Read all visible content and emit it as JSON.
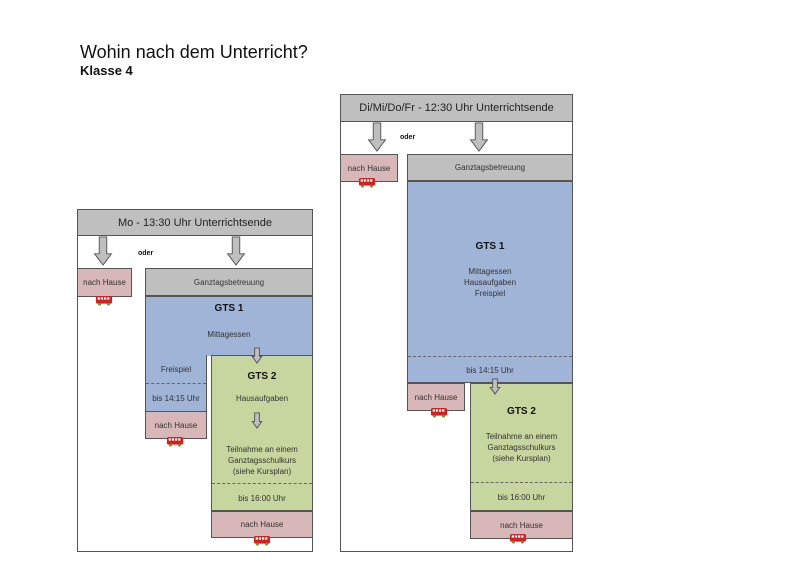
{
  "header": {
    "title": "Wohin nach dem Unterricht?",
    "subtitle": "Klasse 4"
  },
  "colors": {
    "header_gray": "#bfbfbf",
    "gts1_blue": "#9fb4d7",
    "gts2_green": "#c7d69e",
    "home_pink": "#d7b7b7",
    "bus_red": "#d42020"
  },
  "monday": {
    "header": "Mo  -  13:30 Uhr Unterrichtsende",
    "oder": "oder",
    "home_top": "nach Hause",
    "ganztag": "Ganztagsbetreuung",
    "gts1": {
      "title": "GTS 1",
      "activity": "Mittagessen",
      "freispiel": "Freispiel",
      "until": "bis 14:15 Uhr",
      "home": "nach Hause"
    },
    "gts2": {
      "title": "GTS 2",
      "activity": "Hausaufgaben",
      "course_line1": "Teilnahme an einem",
      "course_line2": "Ganztagsschulkurs",
      "course_line3": "(siehe Kursplan)",
      "until": "bis 16:00 Uhr",
      "home": "nach Hause"
    },
    "icons": [
      "arrow-down-icon",
      "bus-icon"
    ]
  },
  "otherdays": {
    "header": "Di/Mi/Do/Fr  -  12:30 Uhr Unterrichtsende",
    "oder": "oder",
    "home_top": "nach Hause",
    "ganztag": "Ganztagsbetreuung",
    "gts1": {
      "title": "GTS 1",
      "line1": "Mittagessen",
      "line2": "Hausaufgaben",
      "line3": "Freispiel",
      "until": "bis 14:15 Uhr",
      "home": "nach Hause"
    },
    "gts2": {
      "title": "GTS 2",
      "course_line1": "Teilnahme an einem",
      "course_line2": "Ganztagsschulkurs",
      "course_line3": "(siehe Kursplan)",
      "until": "bis 16:00 Uhr",
      "home": "nach Hause"
    }
  }
}
